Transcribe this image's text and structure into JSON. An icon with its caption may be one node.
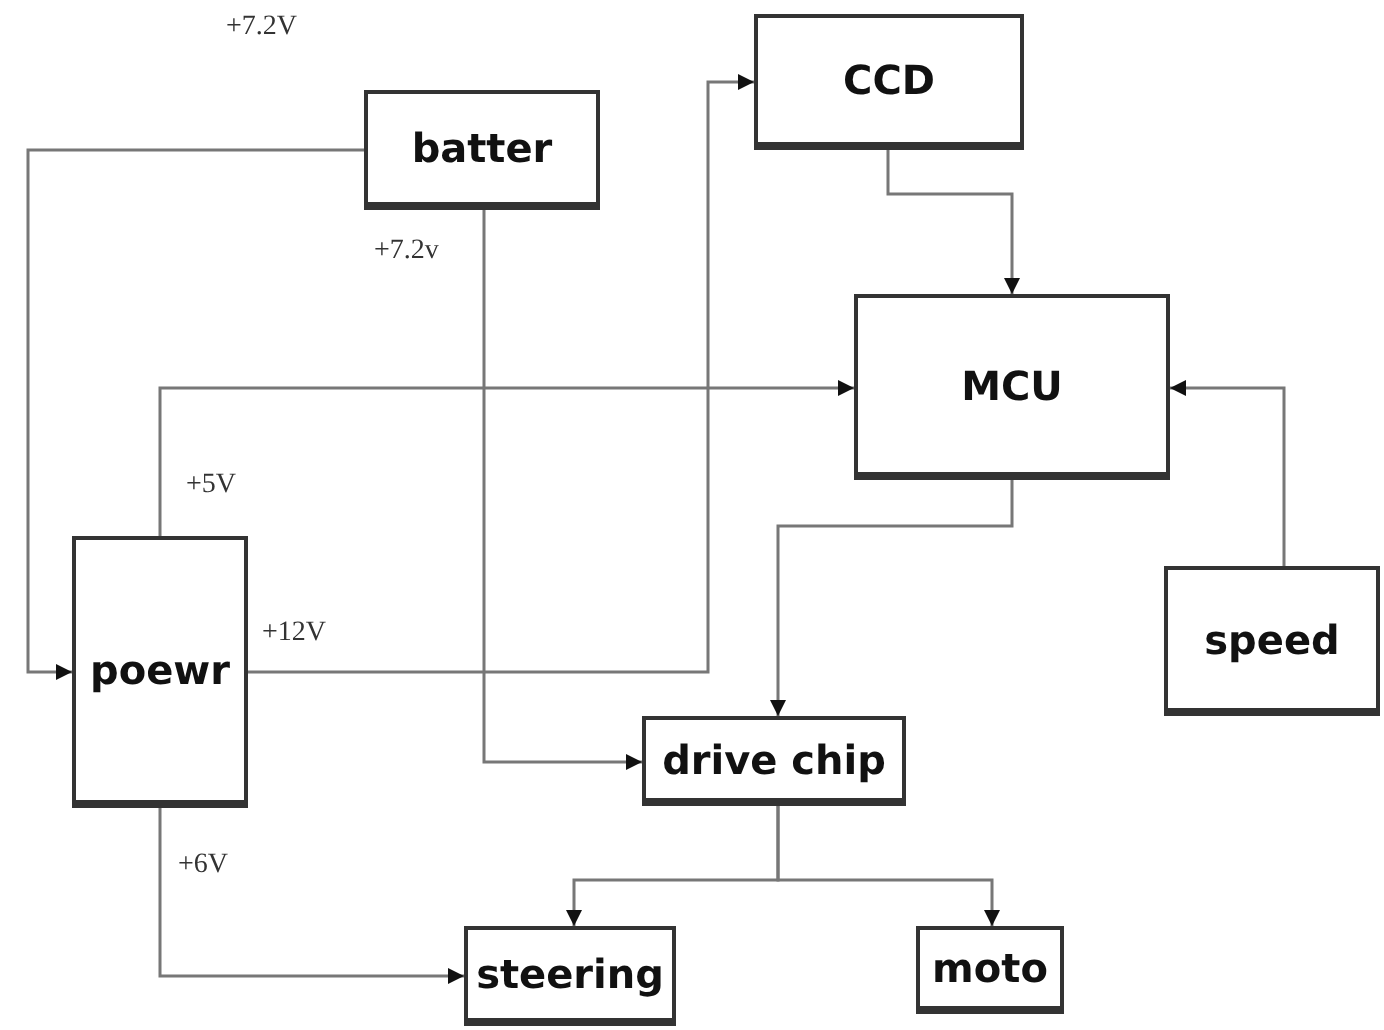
{
  "diagram": {
    "nodes": [
      {
        "text": [
          "batter"
        ]
      },
      {
        "text": [
          "CCD"
        ]
      },
      {
        "text": [
          "MCU"
        ]
      },
      {
        "text": [
          "poewr"
        ]
      },
      {
        "text": [
          "speed"
        ]
      },
      {
        "text": [
          "drive chip"
        ]
      },
      {
        "text": [
          "steering"
        ]
      },
      {
        "text": [
          "moto"
        ]
      }
    ],
    "edges": [
      {
        "from": 0,
        "to": 3,
        "arrow": "to",
        "label": "+7.2V"
      },
      {
        "from": 0,
        "to": 5,
        "arrow": "to",
        "label": "+7.2v"
      },
      {
        "from": 3,
        "to": 2,
        "arrow": "to",
        "label": "+5V"
      },
      {
        "from": 3,
        "to": 1,
        "arrow": "to",
        "label": "+12V"
      },
      {
        "from": 3,
        "to": 6,
        "arrow": "to",
        "label": "+6V"
      },
      {
        "from": 1,
        "to": 2,
        "arrow": "to"
      },
      {
        "from": 4,
        "to": 2,
        "arrow": "to"
      },
      {
        "from": 2,
        "to": 5,
        "arrow": "to"
      },
      {
        "from": 5,
        "to": 6,
        "arrow": "to"
      },
      {
        "from": 5,
        "to": 7,
        "arrow": "to"
      }
    ]
  }
}
